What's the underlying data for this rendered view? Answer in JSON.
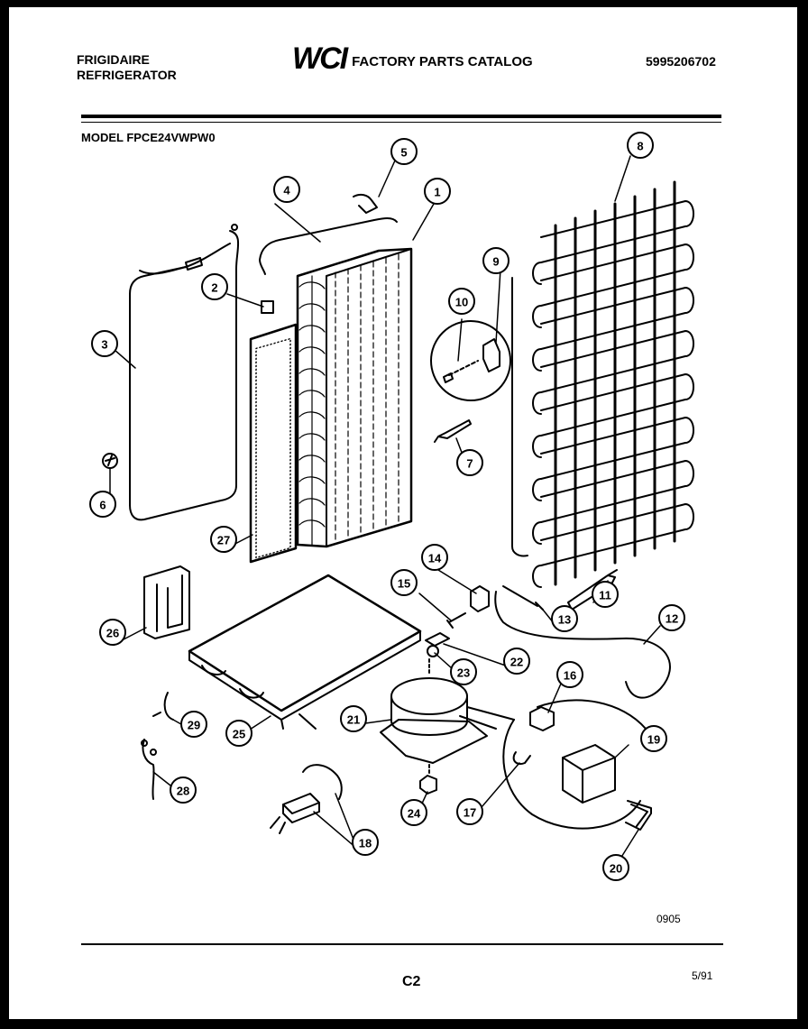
{
  "header": {
    "brand": "FRIGIDAIRE",
    "product": "REFRIGERATOR",
    "logo": "WCI",
    "catalog_title": "FACTORY PARTS CATALOG",
    "catalog_number": "5995206702"
  },
  "model_label": "MODEL FPCE24VWPW0",
  "callouts": [
    "1",
    "2",
    "3",
    "4",
    "5",
    "6",
    "7",
    "8",
    "9",
    "10",
    "11",
    "12",
    "13",
    "14",
    "15",
    "16",
    "17",
    "18",
    "19",
    "20",
    "21",
    "22",
    "23",
    "24",
    "25",
    "26",
    "27",
    "28",
    "29"
  ],
  "footer": {
    "drawing_code": "0905",
    "page_code": "C2",
    "date_code": "5/91"
  }
}
